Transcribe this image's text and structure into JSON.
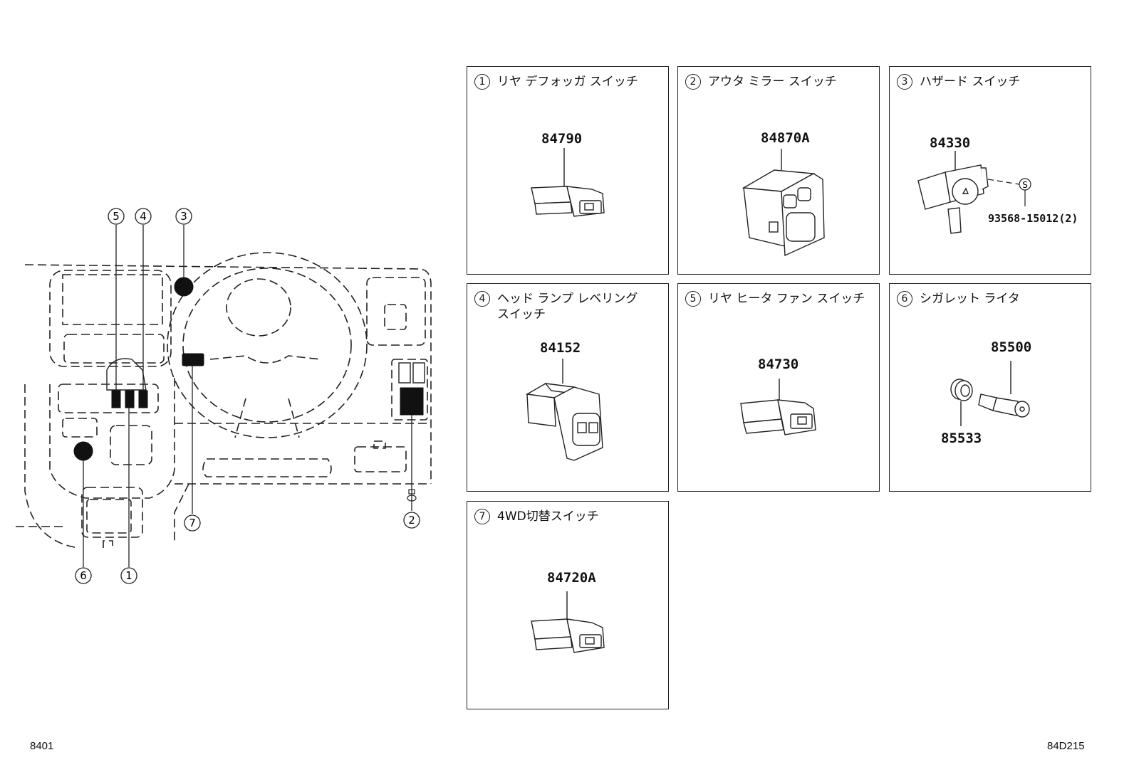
{
  "overview_callouts": [
    "1",
    "2",
    "3",
    "4",
    "5",
    "6",
    "7"
  ],
  "panels": [
    {
      "num": "1",
      "title": "リヤ デフォッガ スイッチ",
      "parts": [
        "84790"
      ]
    },
    {
      "num": "2",
      "title": "アウタ ミラー スイッチ",
      "parts": [
        "84870A"
      ]
    },
    {
      "num": "3",
      "title": "ハザード スイッチ",
      "parts": [
        "84330",
        "93568-15012(2)"
      ],
      "s_mark": "S"
    },
    {
      "num": "4",
      "title": "ヘッド ランプ レベリング\n  スイッチ",
      "parts": [
        "84152"
      ]
    },
    {
      "num": "5",
      "title": "リヤ ヒータ ファン スイッチ",
      "parts": [
        "84730"
      ]
    },
    {
      "num": "6",
      "title": "シガレット ライタ",
      "parts": [
        "85500",
        "85533"
      ]
    },
    {
      "num": "7",
      "title": "4WD切替スイッチ",
      "parts": [
        "84720A"
      ]
    }
  ],
  "footer": {
    "left": "8401",
    "right": "84D215"
  },
  "colors": {
    "line": "#222222",
    "fill_dark": "#111111"
  }
}
